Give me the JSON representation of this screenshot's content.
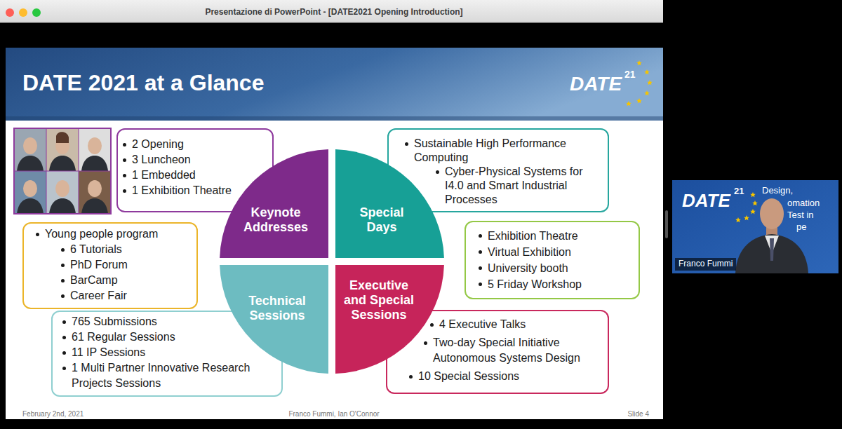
{
  "diagram": {
    "title": "DATE 2021 at a Glance",
    "nodes": [
      {
        "text": [
          "2 Opening",
          "3 Luncheon",
          "1 Embedded",
          "1 Exhibition Theatre"
        ]
      },
      {
        "text": [
          "Keynote Addresses"
        ]
      },
      {
        "text": [
          "Special Days"
        ]
      },
      {
        "text": [
          "Sustainable High Performance Computing",
          "Cyber-Physical Systems for I4.0 and Smart Industrial Processes"
        ]
      },
      {
        "text": [
          "Young people program",
          "6 Tutorials",
          "PhD Forum",
          "BarCamp",
          "Career Fair"
        ]
      },
      {
        "text": [
          "Exhibition Theatre",
          "Virtual Exhibition",
          "University booth",
          "5 Friday Workshop"
        ]
      },
      {
        "text": [
          "Technical Sessions"
        ]
      },
      {
        "text": [
          "Executive and Special Sessions"
        ]
      },
      {
        "text": [
          "765 Submissions",
          "61 Regular Sessions",
          "11 IP Sessions",
          "1 Multi Partner Innovative Research Projects Sessions"
        ]
      },
      {
        "text": [
          "4 Executive Talks",
          "Two-day Special Initiative Autonomous Systems Design",
          "10 Special Sessions"
        ]
      }
    ],
    "labels": [
      "Presentazione di PowerPoint - [DATE2021 Opening Introduction]",
      "DATE",
      "21",
      "February 2nd, 2021",
      "Franco Fummi, Ian O'Connor",
      "Slide 4",
      "DATE",
      "21",
      "Design,",
      "omation",
      "Test in",
      "pe",
      "Franco Fummi"
    ]
  }
}
